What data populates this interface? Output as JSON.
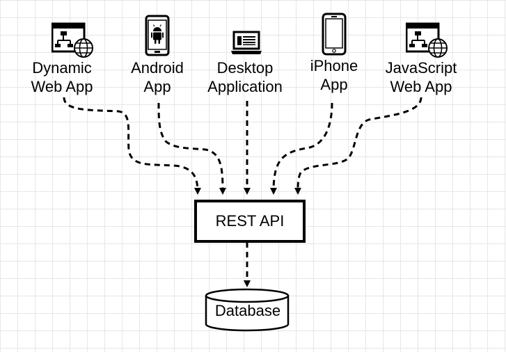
{
  "diagram": {
    "clients": [
      {
        "name": "dynamic-web-app",
        "lines": [
          "Dynamic",
          "Web App"
        ],
        "icon": "web-app-globe-icon"
      },
      {
        "name": "android-app",
        "lines": [
          "Android",
          "App"
        ],
        "icon": "android-phone-icon"
      },
      {
        "name": "desktop-application",
        "lines": [
          "Desktop",
          "Application"
        ],
        "icon": "laptop-icon"
      },
      {
        "name": "iphone-app",
        "lines": [
          "iPhone",
          "App"
        ],
        "icon": "iphone-icon"
      },
      {
        "name": "javascript-web-app",
        "lines": [
          "JavaScript",
          "Web App"
        ],
        "icon": "web-app-globe-icon"
      }
    ],
    "api": {
      "label": "REST API"
    },
    "database": {
      "label": "Database"
    },
    "edges": [
      {
        "from": "Dynamic Web App",
        "to": "REST API"
      },
      {
        "from": "Android App",
        "to": "REST API"
      },
      {
        "from": "Desktop Application",
        "to": "REST API"
      },
      {
        "from": "iPhone App",
        "to": "REST API"
      },
      {
        "from": "JavaScript Web App",
        "to": "REST API"
      },
      {
        "from": "REST API",
        "to": "Database"
      }
    ],
    "colors": {
      "stroke": "#000000",
      "grid": "#e6e6e6",
      "background": "#ffffff"
    }
  }
}
